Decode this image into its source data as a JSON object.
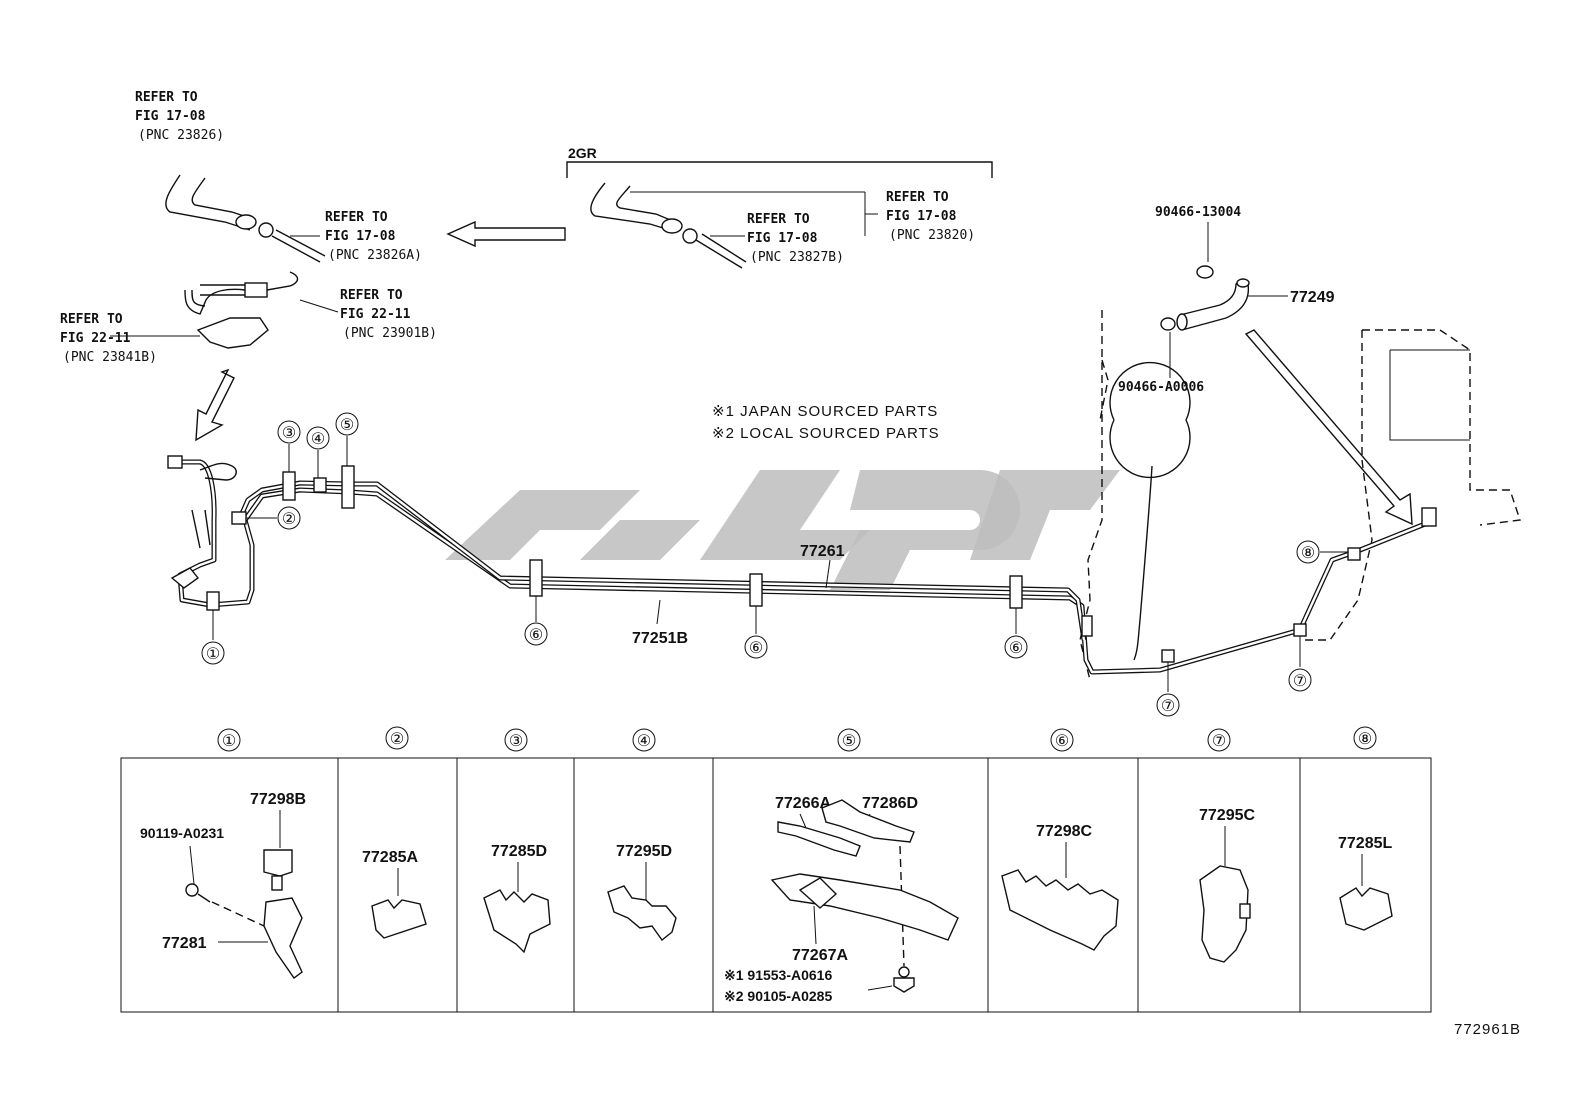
{
  "refs": {
    "ref1": [
      "REFER TO",
      "FIG 17-08",
      "(PNC 23826)"
    ],
    "ref2": [
      "REFER TO",
      "FIG 17-08",
      "(PNC 23826A)"
    ],
    "ref3": [
      "REFER TO",
      "FIG 22-11",
      "(PNC 23901B)"
    ],
    "ref4": [
      "REFER TO",
      "FIG 22-11",
      "(PNC 23841B)"
    ],
    "ref5": [
      "REFER TO",
      "FIG 17-08",
      "(PNC 23827B)"
    ],
    "ref6": [
      "REFER TO",
      "FIG 17-08",
      "(PNC 23820)"
    ]
  },
  "engine_variant": "2GR",
  "notes": [
    "※1 JAPAN SOURCED PARTS",
    "※2 LOCAL SOURCED PARTS"
  ],
  "parts_main": {
    "clip_top": "90466-13004",
    "hose": "77249",
    "clip_bottom": "90466-A0006",
    "tube_main": "77261",
    "tube_b": "77251B"
  },
  "callouts": [
    "①",
    "②",
    "③",
    "④",
    "⑤",
    "⑥",
    "⑦",
    "⑧"
  ],
  "table": {
    "columns": [
      {
        "id": "①",
        "parts": [
          "77298B",
          "90119-A0231",
          "77281"
        ]
      },
      {
        "id": "②",
        "parts": [
          "77285A"
        ]
      },
      {
        "id": "③",
        "parts": [
          "77285D"
        ]
      },
      {
        "id": "④",
        "parts": [
          "77295D"
        ]
      },
      {
        "id": "⑤",
        "parts": [
          "77266A",
          "77286D",
          "77267A",
          "※1 91553-A0616",
          "※2 90105-A0285"
        ]
      },
      {
        "id": "⑥",
        "parts": [
          "77298C"
        ]
      },
      {
        "id": "⑦",
        "parts": [
          "77295C"
        ]
      },
      {
        "id": "⑧",
        "parts": [
          "77285L"
        ]
      }
    ]
  },
  "figure_id": "772961B"
}
